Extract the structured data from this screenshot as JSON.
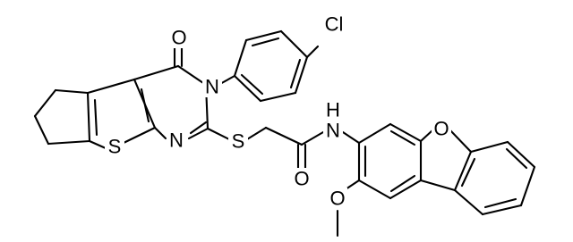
{
  "figure": {
    "kind": "chemical-structure",
    "atom_labels": {
      "oxygen_carbonyl_top": "O",
      "chlorine": "Cl",
      "nitrogen_ring": "N",
      "sulfur_thiophene": "S",
      "nitrogen_pyrimidine": "N",
      "sulfur_linker": "S",
      "oxygen_amide": "O",
      "nitrogen_amide": "N",
      "hydrogen_amide": "H",
      "oxygen_furan": "O",
      "oxygen_methoxy": "O"
    }
  }
}
